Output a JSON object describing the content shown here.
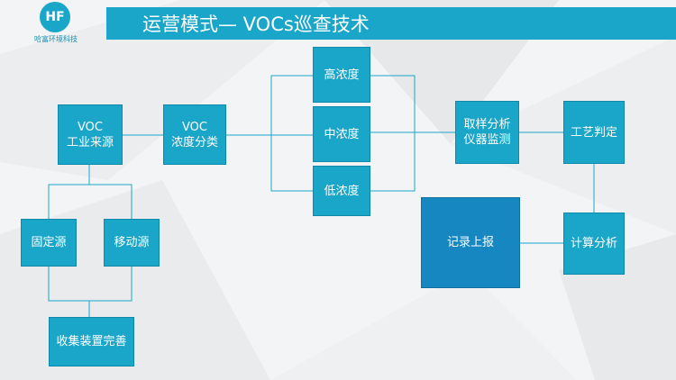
{
  "header": {
    "title": "运营模式— VOCs巡查技术",
    "logo_mark": "HF",
    "logo_text": "哈富环境科技"
  },
  "nodes": {
    "voc_source": [
      "VOC",
      "工业来源"
    ],
    "voc_classify": [
      "VOC",
      "浓度分类"
    ],
    "high": "高浓度",
    "mid": "中浓度",
    "low": "低浓度",
    "sampling": [
      "取样分析",
      "仪器监测"
    ],
    "process": "工艺判定",
    "calc": "计算分析",
    "record": "记录上报",
    "fixed": "固定源",
    "mobile": "移动源",
    "collect": "收集装置完善"
  },
  "colors": {
    "box": "#1aa6c9",
    "box_dark": "#1687c1",
    "line": "#1aa6c9",
    "header": "#1aa6c9"
  }
}
